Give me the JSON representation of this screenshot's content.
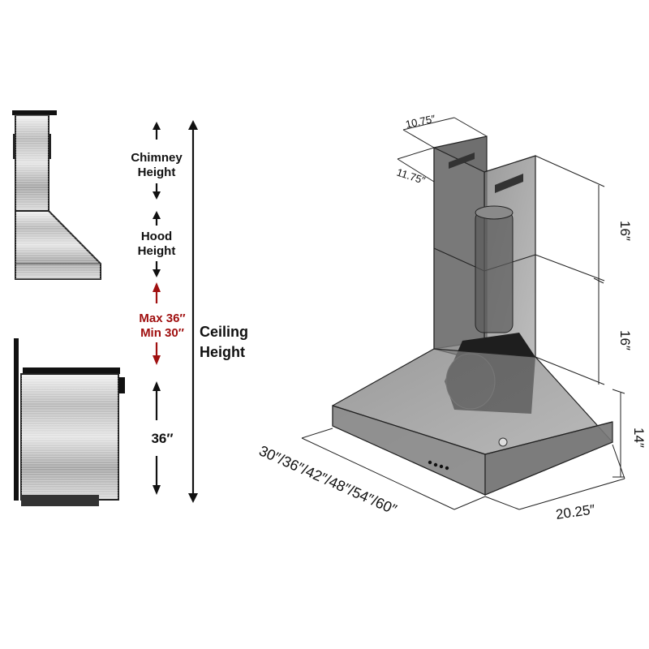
{
  "left_panel": {
    "chimney_label": [
      "Chimney",
      "Height"
    ],
    "hood_label": [
      "Hood",
      "Height"
    ],
    "clearance_label": [
      "Max 36″",
      "Min 30″"
    ],
    "counter_label": "36″",
    "ceiling_label": [
      "Ceiling",
      "Height"
    ]
  },
  "right_panel": {
    "chimney_width_top": "10.75″",
    "chimney_depth_top": "11.75″",
    "upper_chimney_height": "16″",
    "lower_chimney_height": "16″",
    "hood_height": "14″",
    "hood_depth": "20.25″",
    "hood_widths": "30″/36″/42″/48″/54″/60″"
  },
  "colors": {
    "accent_red": "#a01010",
    "steel": "#8a8a8a",
    "line": "#111111"
  }
}
